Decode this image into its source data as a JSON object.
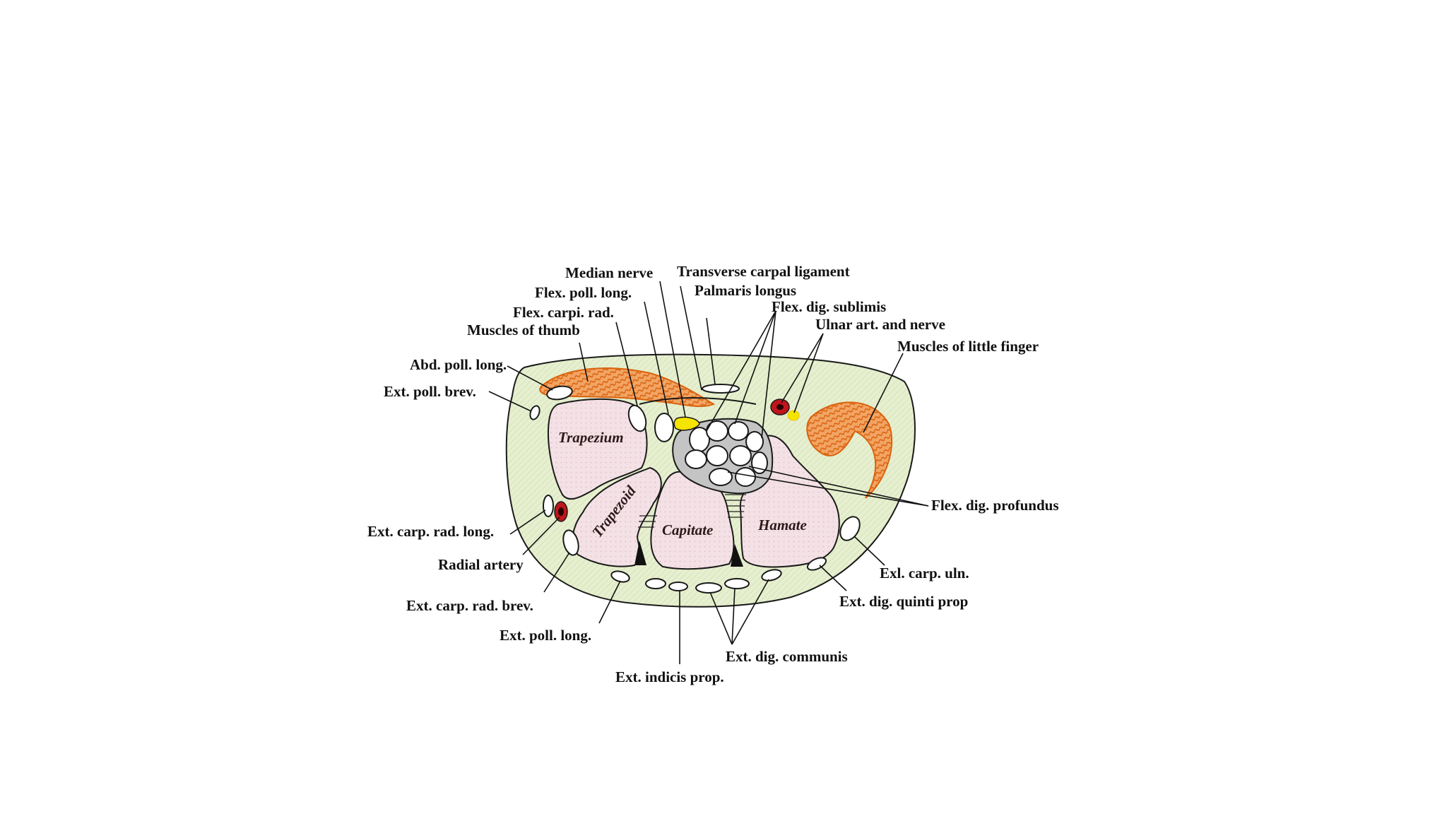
{
  "colors": {
    "background": "#ffffff",
    "tissue": "#e6efcf",
    "bone": "#f3e1e6",
    "muscle": "#e6791f",
    "artery": "#c0161b",
    "nerve": "#f4e400",
    "sheath": "#bdbdbd"
  },
  "labels": {
    "median_nerve": "Median nerve",
    "transverse_carpal_ligament": "Transverse carpal ligament",
    "flex_poll_long": "Flex. poll. long.",
    "palmaris_longus": "Palmaris longus",
    "flex_carpi_rad": "Flex. carpi. rad.",
    "flex_dig_sublimis": "Flex. dig. sublimis",
    "muscles_of_thumb": "Muscles of thumb",
    "ulnar_art_and_nerve": "Ulnar art. and nerve",
    "muscles_of_little_finger": "Muscles of little finger",
    "abd_poll_long": "Abd. poll. long.",
    "ext_poll_brev": "Ext. poll. brev.",
    "flex_dig_profundus": "Flex. dig. profundus",
    "ext_carp_rad_long": "Ext. carp. rad. long.",
    "radial_artery": "Radial artery",
    "exl_carp_uln": "Exl. carp. uln.",
    "ext_carp_rad_brev": "Ext. carp. rad. brev.",
    "ext_dig_quinti_prop": "Ext. dig. quinti prop",
    "ext_poll_long": "Ext. poll. long.",
    "ext_dig_communis": "Ext. dig. communis",
    "ext_indicis_prop": "Ext. indicis prop."
  },
  "bones": {
    "trapezium": "Trapezium",
    "trapezoid": "Trapezoid",
    "capitate": "Capitate",
    "hamate": "Hamate"
  }
}
